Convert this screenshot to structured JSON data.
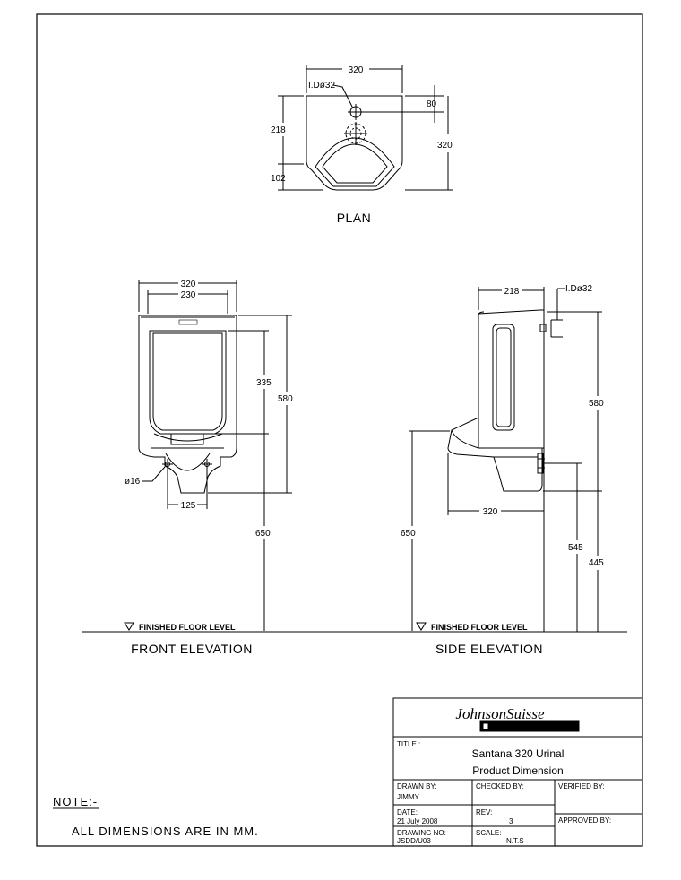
{
  "views": {
    "plan": {
      "label": "PLAN",
      "dims": {
        "width": "320",
        "depth": "320",
        "inlet_offset": "80",
        "upper": "218",
        "lower": "102",
        "inlet": "I.Dø32"
      }
    },
    "front": {
      "label": "FRONT ELEVATION",
      "dims": {
        "outer_width": "320",
        "inner_width": "230",
        "bowl_height": "335",
        "total_height": "580",
        "mount_height": "650",
        "holes_spacing": "125",
        "hole_dia": "ø16"
      },
      "floor_label": "FINISHED FLOOR LEVEL"
    },
    "side": {
      "label": "SIDE ELEVATION",
      "dims": {
        "top_depth": "218",
        "inlet": "I.Dø32",
        "total_height": "580",
        "projection": "320",
        "mount_height": "650",
        "outlet_height": "545",
        "bottom_height": "445"
      },
      "floor_label": "FINISHED FLOOR LEVEL"
    }
  },
  "title_block": {
    "brand": "JohnsonSuisse",
    "title_label": "TITLE :",
    "title_line1": "Santana 320 Urinal",
    "title_line2": "Product Dimension",
    "drawn_by_label": "DRAWN BY:",
    "drawn_by": "JIMMY",
    "checked_by_label": "CHECKED BY:",
    "verified_by_label": "VERIFIED BY:",
    "date_label": "DATE:",
    "date": "21 July 2008",
    "rev_label": "REV:",
    "rev": "3",
    "approved_by_label": "APPROVED BY:",
    "drawing_no_label": "DRAWING NO:",
    "drawing_no": "JSDD/U03",
    "scale_label": "SCALE:",
    "scale": "N.T.S"
  },
  "notes": {
    "heading": "NOTE:-",
    "text": "ALL DIMENSIONS ARE IN MM."
  }
}
